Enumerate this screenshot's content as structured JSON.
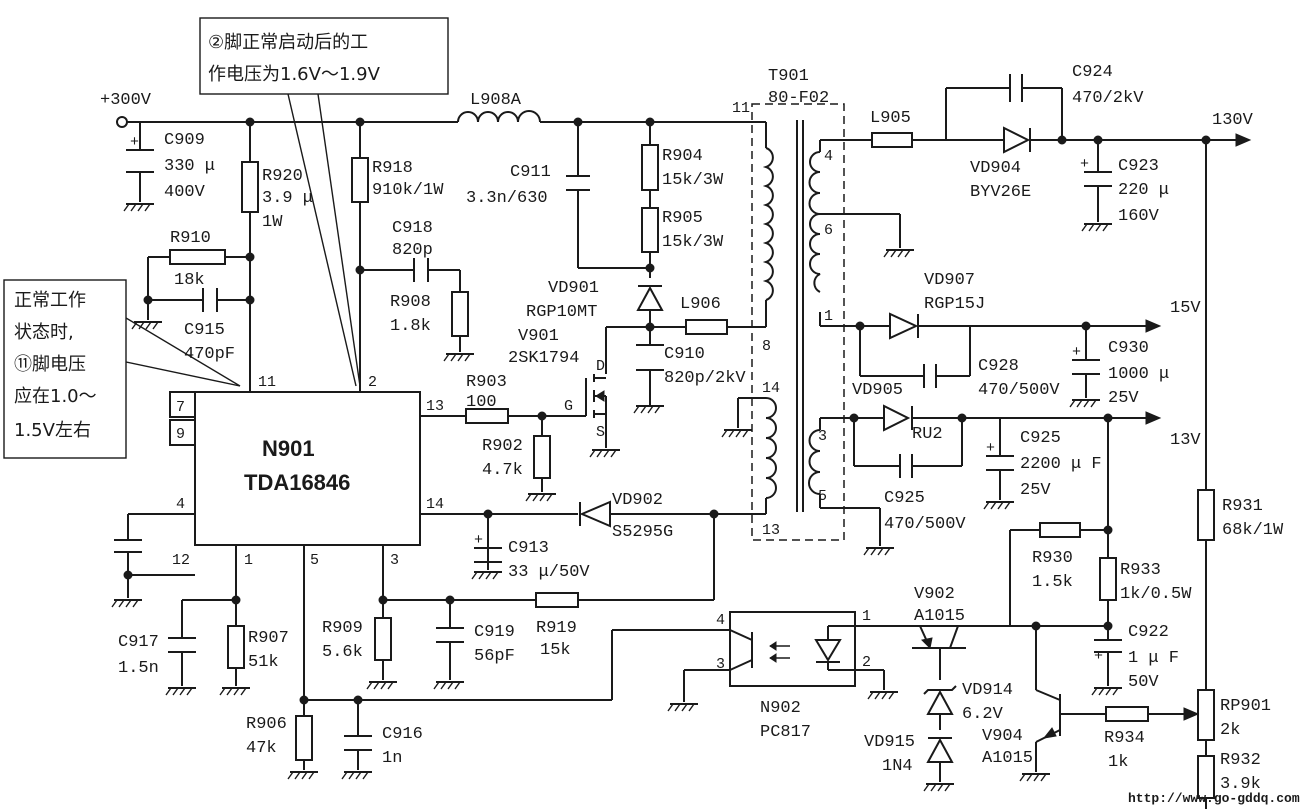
{
  "notes": {
    "pin2_line1": "②脚正常启动后的工",
    "pin2_line2": "作电压为1.6V～1.9V",
    "pin11_line1": "正常工作",
    "pin11_line2": "状态时,",
    "pin11_line3": "⑪脚电压",
    "pin11_line4": "应在1.0～",
    "pin11_line5": "1.5V左右"
  },
  "rails": {
    "in": "+300V",
    "r130": "130V",
    "r15": "15V",
    "r13": "13V"
  },
  "ic": {
    "ref": "N901",
    "part": "TDA16846",
    "pins": {
      "p11": "11",
      "p2": "2",
      "p7": "7",
      "p9": "9",
      "p13": "13",
      "p14": "14",
      "p4": "4",
      "p12": "12",
      "p1": "1",
      "p5": "5",
      "p3": "3"
    }
  },
  "opto": {
    "ref": "N902",
    "part": "PC817",
    "p1": "1",
    "p2": "2",
    "p3": "3",
    "p4": "4"
  },
  "transformer": {
    "ref": "T901",
    "part": "80-F02",
    "pins": {
      "p11": "11",
      "p8": "8",
      "p14": "14",
      "p13": "13",
      "p4": "4",
      "p6": "6",
      "p1": "1",
      "p3": "3",
      "p5": "5"
    }
  },
  "mosfet": {
    "ref": "V901",
    "part": "2SK1794",
    "d": "D",
    "g": "G",
    "s": "S"
  },
  "components": {
    "C909": {
      "ref": "C909",
      "v1": "330 μ",
      "v2": "400V"
    },
    "R920": {
      "ref": "R920",
      "v1": "3.9 μ",
      "v2": "1W"
    },
    "R918": {
      "ref": "R918",
      "v1": "910k/1W"
    },
    "L908A": {
      "ref": "L908A"
    },
    "C911": {
      "ref": "C911",
      "v1": "3.3n/630"
    },
    "R904": {
      "ref": "R904",
      "v1": "15k/3W"
    },
    "R905": {
      "ref": "R905",
      "v1": "15k/3W"
    },
    "C918": {
      "ref": "C918",
      "v1": "820p"
    },
    "R908": {
      "ref": "R908",
      "v1": "1.8k"
    },
    "R910": {
      "ref": "R910",
      "v1": "18k"
    },
    "C915": {
      "ref": "C915",
      "v1": "470pF"
    },
    "VD901": {
      "ref": "VD901",
      "v1": "RGP10MT"
    },
    "L906": {
      "ref": "L906"
    },
    "C910": {
      "ref": "C910",
      "v1": "820p/2kV"
    },
    "R903": {
      "ref": "R903",
      "v1": "100"
    },
    "R902": {
      "ref": "R902",
      "v1": "4.7k"
    },
    "VD902": {
      "ref": "VD902",
      "v1": "S5295G"
    },
    "C913": {
      "ref": "C913",
      "v1": "33 μ/50V"
    },
    "C917": {
      "ref": "C917",
      "v1": "1.5n"
    },
    "R907": {
      "ref": "R907",
      "v1": "51k"
    },
    "R909": {
      "ref": "R909",
      "v1": "5.6k"
    },
    "C919": {
      "ref": "C919",
      "v1": "56pF"
    },
    "R919": {
      "ref": "R919",
      "v1": "15k"
    },
    "R906": {
      "ref": "R906",
      "v1": "47k"
    },
    "C916": {
      "ref": "C916",
      "v1": "1n"
    },
    "L905": {
      "ref": "L905"
    },
    "C924": {
      "ref": "C924",
      "v1": "470/2kV"
    },
    "VD904": {
      "ref": "VD904",
      "v1": "BYV26E"
    },
    "C923": {
      "ref": "C923",
      "v1": "220 μ",
      "v2": "160V"
    },
    "VD907": {
      "ref": "VD907",
      "v1": "RGP15J"
    },
    "C928": {
      "ref": "C928",
      "v1": "470/500V"
    },
    "C930": {
      "ref": "C930",
      "v1": "1000 μ",
      "v2": "25V"
    },
    "VD905": {
      "ref": "VD905",
      "v1": "RU2"
    },
    "C925a": {
      "ref": "C925",
      "v1": "2200 μ F",
      "v2": "25V"
    },
    "C925b": {
      "ref": "C925",
      "v1": "470/500V"
    },
    "R930": {
      "ref": "R930",
      "v1": "1.5k"
    },
    "R933": {
      "ref": "R933",
      "v1": "1k/0.5W"
    },
    "R931": {
      "ref": "R931",
      "v1": "68k/1W"
    },
    "V902": {
      "ref": "V902",
      "v1": "A1015"
    },
    "C922": {
      "ref": "C922",
      "v1": "1 μ F",
      "v2": "50V"
    },
    "VD914": {
      "ref": "VD914",
      "v1": "6.2V"
    },
    "VD915": {
      "ref": "VD915",
      "v1": "1N4"
    },
    "V904": {
      "ref": "V904",
      "v1": "A1015"
    },
    "R934": {
      "ref": "R934",
      "v1": "1k"
    },
    "RP901": {
      "ref": "RP901",
      "v1": "2k"
    },
    "R932": {
      "ref": "R932",
      "v1": "3.9k"
    }
  },
  "watermark": "http://www.go-gddq.com"
}
